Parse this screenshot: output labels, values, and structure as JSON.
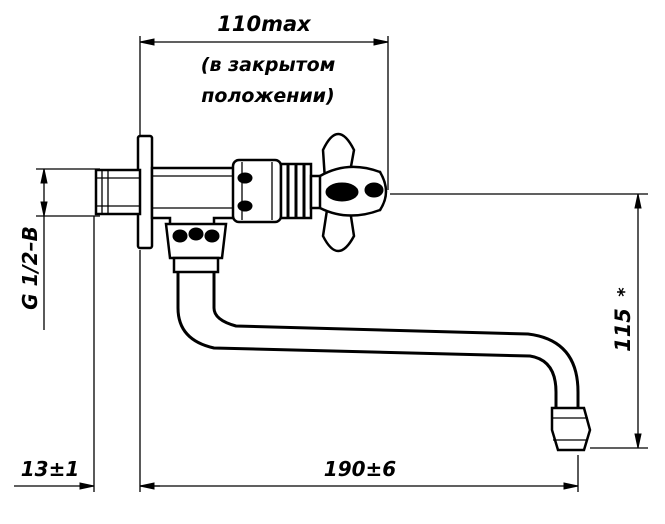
{
  "dimensions": {
    "top_width": "110max",
    "top_note_line1": "(в закрытом",
    "top_note_line2": "положении)",
    "thread": "G 1/2–B",
    "height": "115",
    "height_mark": "*",
    "left_offset": "13±1",
    "spout_length": "190±6"
  },
  "colors": {
    "ink": "#000000",
    "paper": "#ffffff"
  }
}
